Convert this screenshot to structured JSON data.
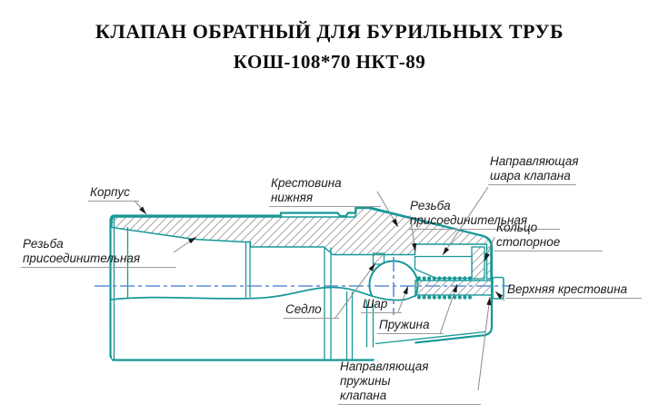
{
  "title": {
    "line1": "КЛАПАН ОБРАТНЫЙ ДЛЯ БУРИЛЬНЫХ ТРУБ",
    "line2": "КОШ-108*70 НКТ-89"
  },
  "colors": {
    "outline_teal": "#189898",
    "centerline_blue": "#5b8fd4",
    "hatch_gray": "#9a9a9a",
    "leader_gray": "#8a8a8a",
    "label_text": "#1c1c1c",
    "title_text": "#0d0d0d",
    "background": "#ffffff"
  },
  "diagram": {
    "labels": {
      "korpus": {
        "text": "Корпус"
      },
      "rezba_left": {
        "text": "Резьба присоединительная"
      },
      "krestovina_nizhnyaya": {
        "text": "Крестовина нижняя"
      },
      "napravlyayushchaya_shara": {
        "text": "Направляющая\nшара клапана"
      },
      "rezba_top": {
        "text": "Резьба присоединительная"
      },
      "koltso_stopornoe": {
        "text": "Кольцо стопорное"
      },
      "verhnyaya_krestovina": {
        "text": "Верхняя крестовина"
      },
      "sedlo": {
        "text": "Седло"
      },
      "shar": {
        "text": "Шар"
      },
      "pruzhina": {
        "text": "Пружина"
      },
      "napravlyayushchaya_pruzhiny": {
        "text": "Направляющая пружины\nклапана"
      }
    }
  }
}
